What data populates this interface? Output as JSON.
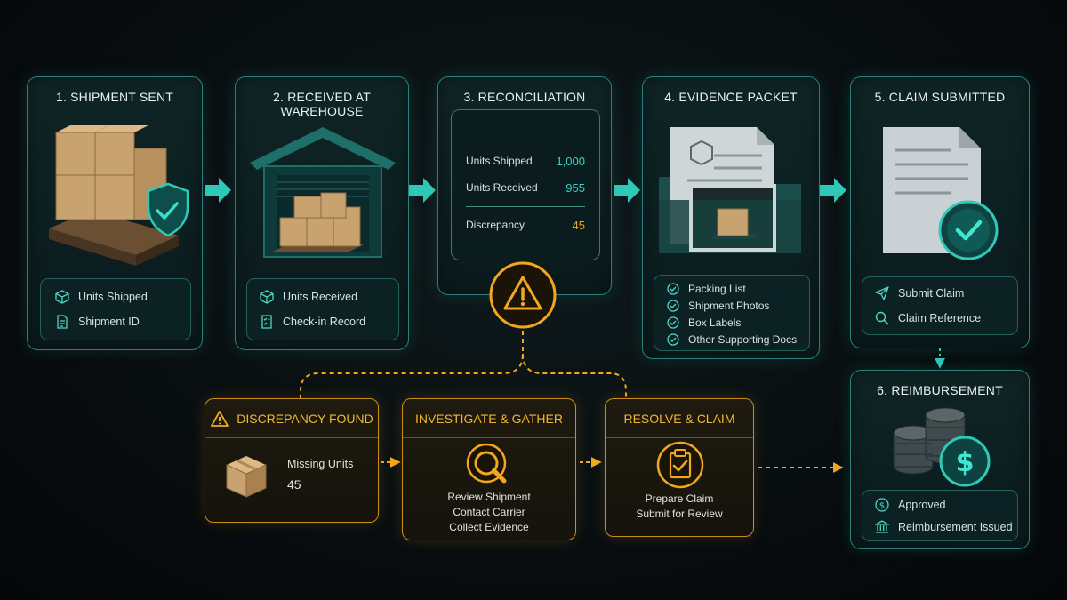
{
  "stages": [
    {
      "title": "1. SHIPMENT SENT",
      "items": [
        "Units Shipped",
        "Shipment ID"
      ]
    },
    {
      "title": "2. RECEIVED AT WAREHOUSE",
      "items": [
        "Units Received",
        "Check-in Record"
      ]
    },
    {
      "title": "3. RECONCILIATION",
      "lines": [
        {
          "label": "Units Shipped",
          "value": "1,000"
        },
        {
          "label": "Units Received",
          "value": "955"
        },
        {
          "label": "Discrepancy",
          "value": "45"
        }
      ]
    },
    {
      "title": "4. EVIDENCE PACKET",
      "items": [
        "Packing List",
        "Shipment Photos",
        "Box Labels",
        "Other Supporting Docs"
      ]
    },
    {
      "title": "5. CLAIM SUBMITTED",
      "items": [
        "Submit Claim",
        "Claim Reference"
      ]
    },
    {
      "title": "6. REIMBURSEMENT",
      "items": [
        "Approved",
        "Reimbursement Issued"
      ]
    }
  ],
  "sub_flow": [
    {
      "title": "DISCREPANCY FOUND",
      "label": "Missing Units",
      "value": "45"
    },
    {
      "title": "INVESTIGATE & GATHER",
      "lines": [
        "Review Shipment",
        "Contact Carrier",
        "Collect Evidence"
      ]
    },
    {
      "title": "RESOLVE & CLAIM",
      "lines": [
        "Prepare Claim",
        "Submit for Review"
      ]
    }
  ],
  "colors": {
    "teal": "#2fc9b8",
    "orange": "#f2a81e",
    "background": "#070b0d"
  }
}
